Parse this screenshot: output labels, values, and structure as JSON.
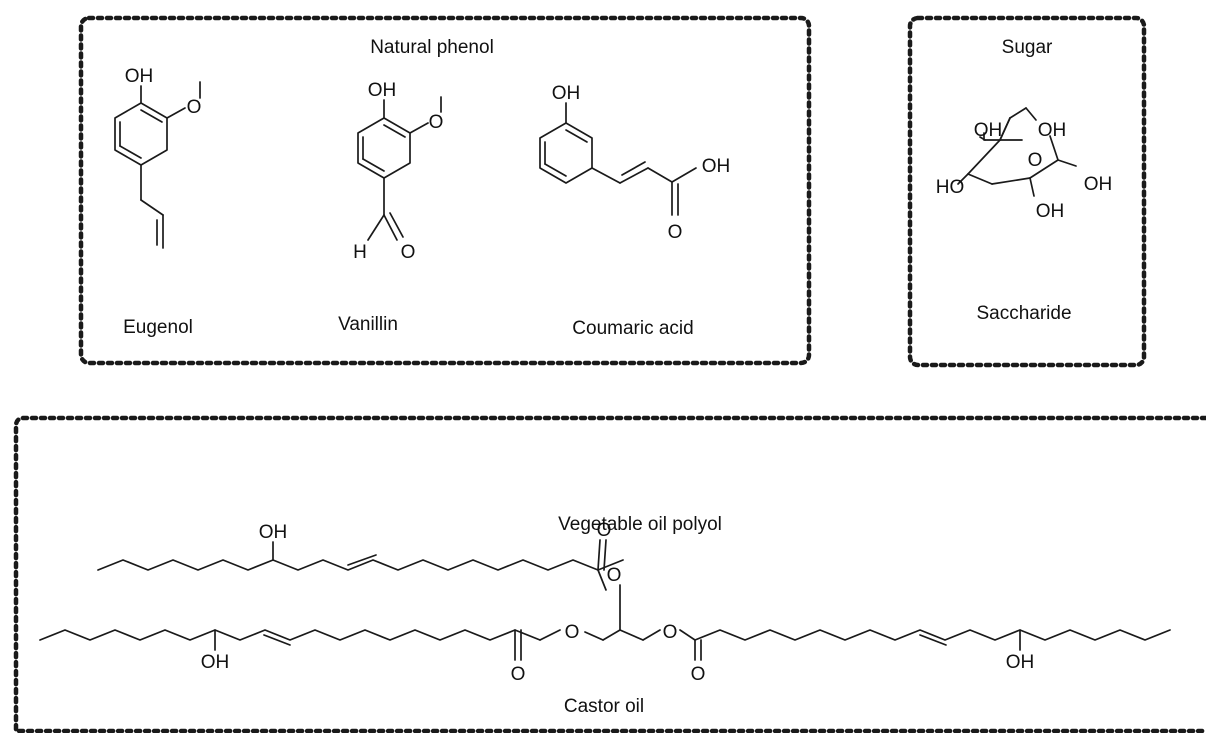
{
  "groups": {
    "natural_phenol": {
      "title": "Natural phenol",
      "compounds": {
        "eugenol": {
          "name": "Eugenol",
          "atoms": {
            "oh": "OH",
            "o": "O"
          }
        },
        "vanillin": {
          "name": "Vanillin",
          "atoms": {
            "oh": "OH",
            "o_ether": "O",
            "h": "H",
            "o_carbonyl": "O"
          }
        },
        "coumaric": {
          "name": "Coumaric acid",
          "atoms": {
            "oh_ring": "OH",
            "oh_acid": "OH",
            "o_carbonyl": "O"
          }
        }
      }
    },
    "sugar": {
      "title": "Sugar",
      "compound": {
        "name": "Saccharide",
        "atoms": {
          "oh1": "OH",
          "oh2": "OH",
          "ho": "HO",
          "o_ring": "O",
          "oh3": "OH",
          "oh4": "OH"
        }
      }
    },
    "vegetable_oil": {
      "title": "Vegetable oil polyol",
      "compound": {
        "name": "Castor oil",
        "atoms": {
          "top_oh": "OH",
          "top_o_carbonyl": "O",
          "top_o_ester": "O",
          "left_oh": "OH",
          "left_o_ester": "O",
          "left_o_carbonyl": "O",
          "right_o_ester": "O",
          "right_o_carbonyl": "O",
          "right_oh": "OH"
        }
      }
    }
  }
}
